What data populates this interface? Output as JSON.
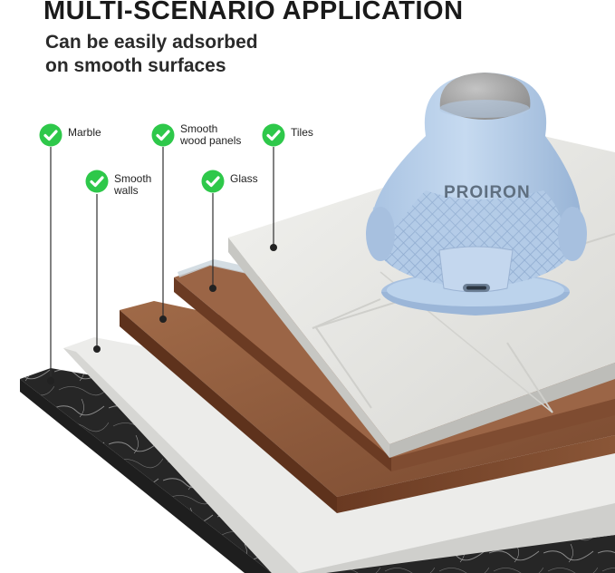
{
  "title": "MULTI-SCENARIO APPLICATION",
  "subtitle": {
    "line1": "Can be easily adsorbed",
    "line2": "on smooth surfaces"
  },
  "brand": "PROIRON",
  "check_color": "#2ec84a",
  "callouts": [
    {
      "id": "marble",
      "lines": [
        "Marble"
      ]
    },
    {
      "id": "smooth-walls",
      "lines": [
        "Smooth",
        "walls"
      ]
    },
    {
      "id": "smooth-wood-panels",
      "lines": [
        "Smooth",
        "wood panels"
      ]
    },
    {
      "id": "glass",
      "lines": [
        "Glass"
      ]
    },
    {
      "id": "tiles",
      "lines": [
        "Tiles"
      ]
    }
  ],
  "colors": {
    "device_body": "#b9d0ea",
    "device_top": "#a9a9a9",
    "wood": "#8d5a3d",
    "marble": "#2b2b2b",
    "tile": "#e7e7e3"
  }
}
